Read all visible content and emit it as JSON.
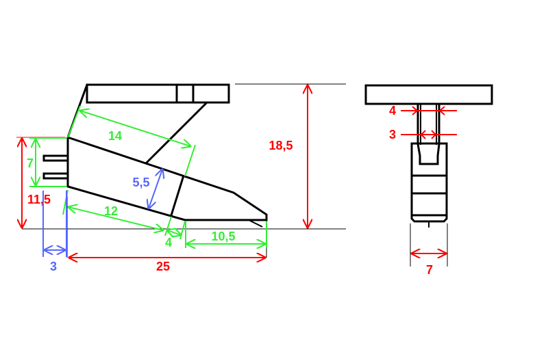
{
  "colors": {
    "outline": "#000000",
    "red_dims": "#ff0000",
    "green_dims": "#33ee33",
    "blue_dims": "#5566ff"
  },
  "side_view": {
    "dims": {
      "total_height": "18,5",
      "front_height": "11,5",
      "total_length": "25",
      "tab_height": "7",
      "upper_slant": "14",
      "lower_slant": "12",
      "small_step": "4",
      "tip_length": "10,5",
      "thickness": "5,5",
      "tab_offset": "3"
    }
  },
  "front_view": {
    "dims": {
      "outer_stem": "4",
      "inner_stem": "3",
      "body_width": "7"
    }
  }
}
